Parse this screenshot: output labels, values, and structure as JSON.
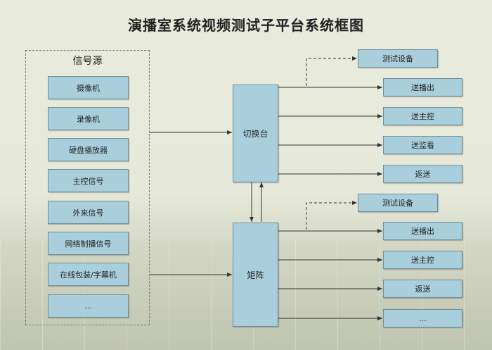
{
  "title": "演播室系统视频测试子平台系统框图",
  "source_group": {
    "label": "信号源",
    "items": [
      "摄像机",
      "录像机",
      "硬盘播放器",
      "主控信号",
      "外来信号",
      "网络制播信号",
      "在线包装/字幕机",
      "..."
    ]
  },
  "switcher": {
    "label": "切换台",
    "outputs": [
      "测试设备",
      "送播出",
      "送主控",
      "送监看",
      "返送"
    ]
  },
  "matrix": {
    "label": "矩阵",
    "outputs": [
      "测试设备",
      "送播出",
      "送主控",
      "返送",
      "..."
    ]
  }
}
